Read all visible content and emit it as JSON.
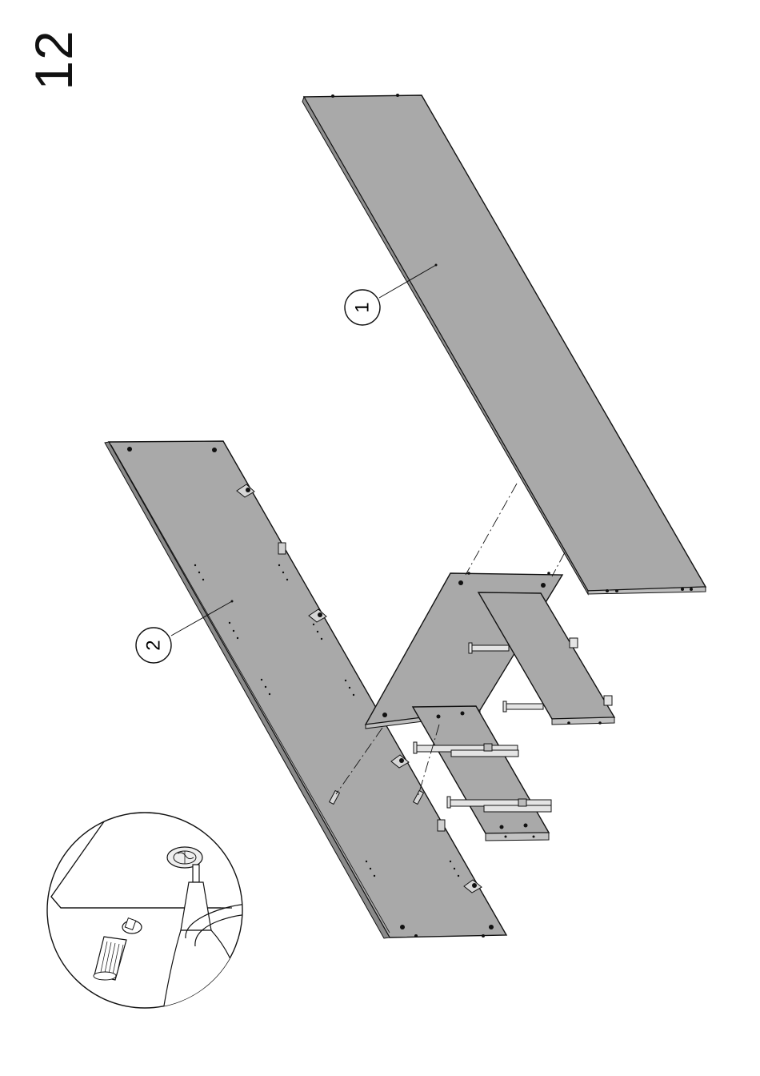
{
  "step": {
    "number": "12"
  },
  "callouts": [
    {
      "label": "1",
      "part": "top-panel"
    },
    {
      "label": "2",
      "part": "side-panel"
    }
  ],
  "colors": {
    "panel": "#a9a9a9",
    "panel_light": "#c2c2c2",
    "line": "#111111",
    "background": "#ffffff"
  },
  "icons": [
    "screwdriver-icon",
    "cam-lock-icon",
    "rotation-arrow-icon",
    "dowel-icon",
    "drawer-runner-icon"
  ]
}
